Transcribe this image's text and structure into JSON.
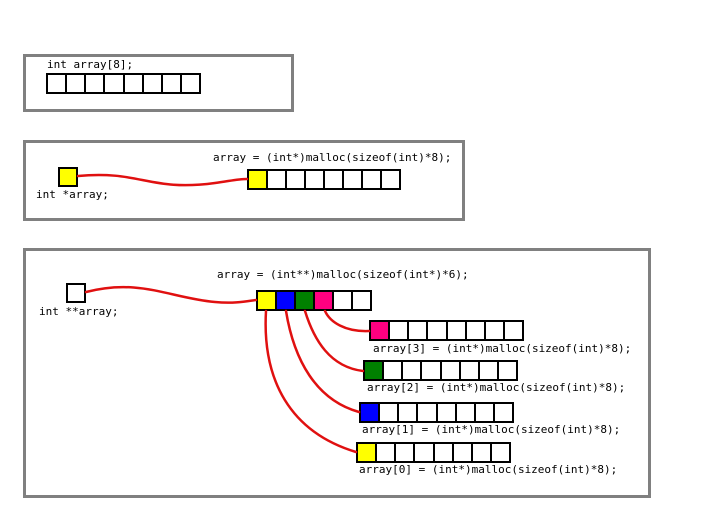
{
  "colors": {
    "yellow": "#ffff00",
    "blue": "#0000ff",
    "green": "#008000",
    "magenta": "#ff0080",
    "white": "#ffffff",
    "line": "#e01010",
    "panel_border": "#808080"
  },
  "panel1": {
    "decl": "int array[8];",
    "cell_count": 8
  },
  "panel2": {
    "ptr_decl": "int *array;",
    "malloc": "array = (int*)malloc(sizeof(int)*8);",
    "ptr_color": "yellow",
    "array_cells": [
      "yellow",
      "white",
      "white",
      "white",
      "white",
      "white",
      "white",
      "white"
    ]
  },
  "panel3": {
    "ptr_decl": "int **array;",
    "malloc": "array = (int**)malloc(sizeof(int*)*6);",
    "ptr_color": "white",
    "pointer_cells": [
      "yellow",
      "blue",
      "green",
      "magenta",
      "white",
      "white"
    ],
    "rows": [
      {
        "label": "array[3] = (int*)malloc(sizeof(int)*8);",
        "first_color": "magenta"
      },
      {
        "label": "array[2] = (int*)malloc(sizeof(int)*8);",
        "first_color": "green"
      },
      {
        "label": "array[1] = (int*)malloc(sizeof(int)*8);",
        "first_color": "blue"
      },
      {
        "label": "array[0] = (int*)malloc(sizeof(int)*8);",
        "first_color": "yellow"
      }
    ]
  }
}
